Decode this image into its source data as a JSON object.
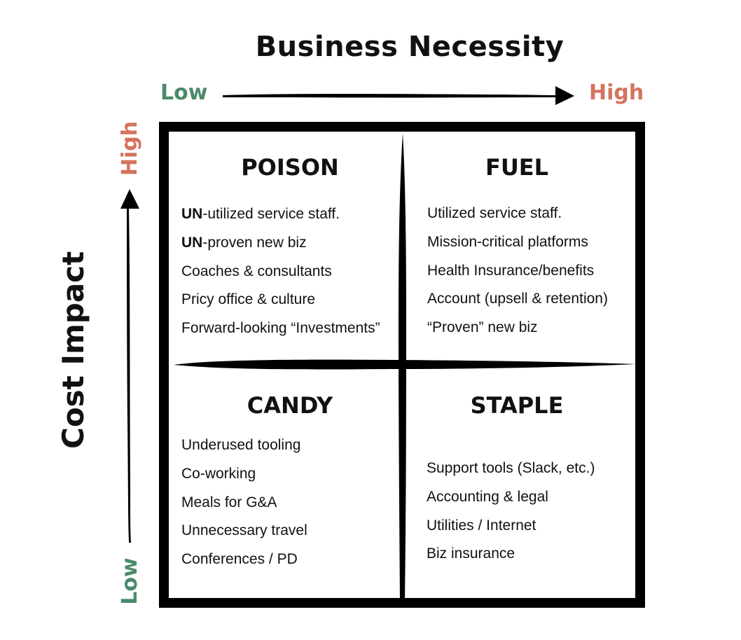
{
  "title": "Business Necessity",
  "x_axis": {
    "low": "Low",
    "high": "High"
  },
  "y_axis": {
    "label": "Cost Impact",
    "low": "Low",
    "high": "High"
  },
  "colors": {
    "low": "#4a8a6a",
    "high": "#d4735e",
    "ink": "#111111"
  },
  "quadrants": {
    "poison": {
      "title": "POISON",
      "items": [
        {
          "bold": "UN",
          "text": "-utilized service staff."
        },
        {
          "bold": "UN",
          "text": "-proven new biz"
        },
        {
          "bold": "",
          "text": "Coaches & consultants"
        },
        {
          "bold": "",
          "text": "Pricy office & culture"
        },
        {
          "bold": "",
          "text": "Forward-looking “Investments”"
        }
      ]
    },
    "fuel": {
      "title": "FUEL",
      "items": [
        {
          "bold": "",
          "text": "Utilized service staff."
        },
        {
          "bold": "",
          "text": "Mission-critical platforms"
        },
        {
          "bold": "",
          "text": "Health Insurance/benefits"
        },
        {
          "bold": "",
          "text": "Account (upsell & retention)"
        },
        {
          "bold": "",
          "text": "“Proven” new biz"
        }
      ]
    },
    "candy": {
      "title": "CANDY",
      "items": [
        {
          "bold": "",
          "text": "Underused tooling"
        },
        {
          "bold": "",
          "text": "Co-working"
        },
        {
          "bold": "",
          "text": "Meals for G&A"
        },
        {
          "bold": "",
          "text": "Unnecessary travel"
        },
        {
          "bold": "",
          "text": "Conferences / PD"
        }
      ]
    },
    "staple": {
      "title": "STAPLE",
      "items": [
        {
          "bold": "",
          "text": "Support tools (Slack, etc.)"
        },
        {
          "bold": "",
          "text": "Accounting & legal"
        },
        {
          "bold": "",
          "text": "Utilities / Internet"
        },
        {
          "bold": "",
          "text": "Biz insurance"
        }
      ]
    }
  }
}
